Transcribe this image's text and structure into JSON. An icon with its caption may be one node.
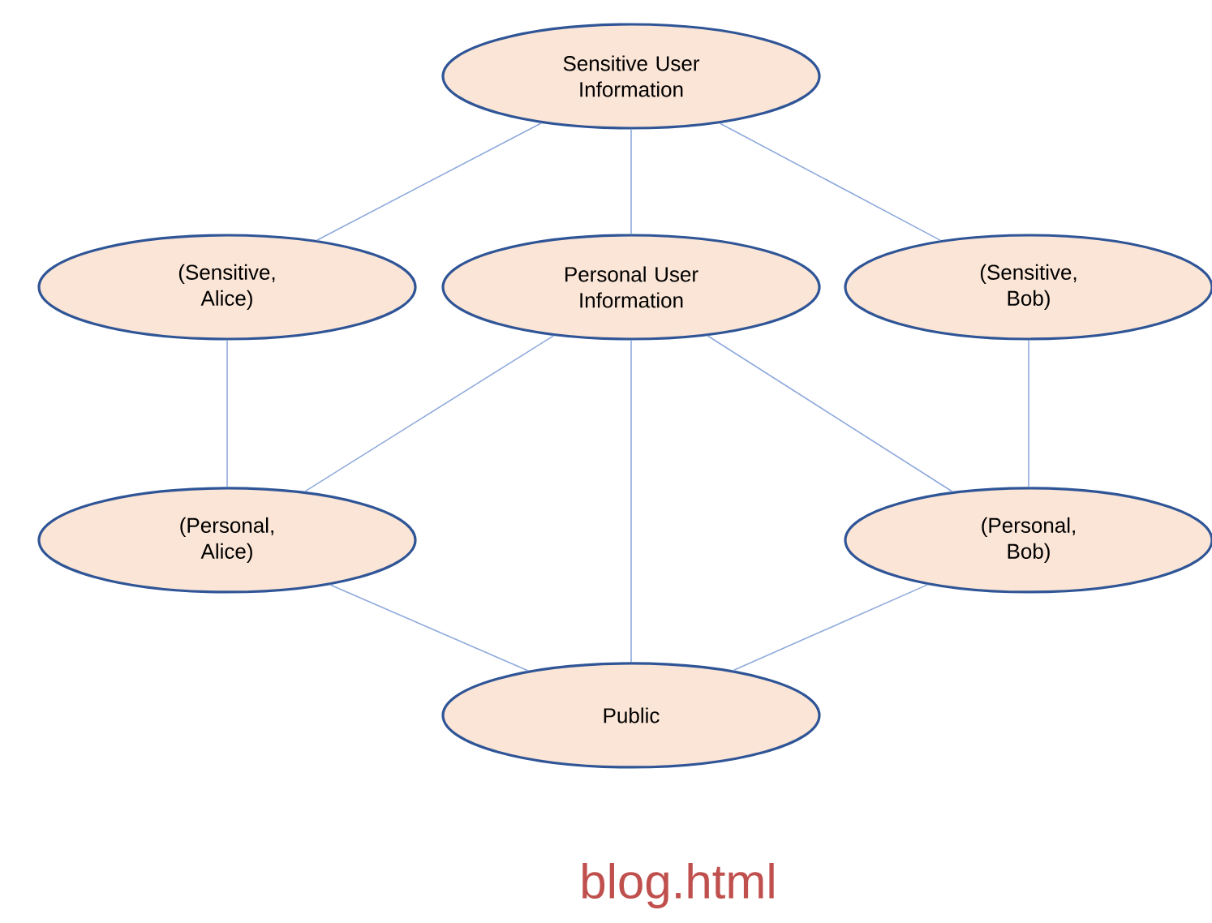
{
  "diagram": {
    "nodes": [
      {
        "text": [
          "Sensitive User Information"
        ]
      },
      {
        "text": [
          "(Sensitive, Alice)"
        ]
      },
      {
        "text": [
          "Personal User Information"
        ]
      },
      {
        "text": [
          "(Sensitive, Bob)"
        ]
      },
      {
        "text": [
          "(Personal, Alice)"
        ]
      },
      {
        "text": [
          "(Personal, Bob)"
        ]
      },
      {
        "text": [
          "Public"
        ]
      }
    ],
    "edges": [
      {
        "from": 0,
        "to": 1,
        "arrow": "none"
      },
      {
        "from": 0,
        "to": 2,
        "arrow": "none"
      },
      {
        "from": 0,
        "to": 3,
        "arrow": "none"
      },
      {
        "from": 1,
        "to": 4,
        "arrow": "none"
      },
      {
        "from": 2,
        "to": 4,
        "arrow": "none"
      },
      {
        "from": 2,
        "to": 6,
        "arrow": "none"
      },
      {
        "from": 2,
        "to": 5,
        "arrow": "none"
      },
      {
        "from": 3,
        "to": 5,
        "arrow": "none"
      },
      {
        "from": 4,
        "to": 6,
        "arrow": "none"
      },
      {
        "from": 5,
        "to": 6,
        "arrow": "none"
      }
    ],
    "labels": [
      "blog.html"
    ]
  }
}
